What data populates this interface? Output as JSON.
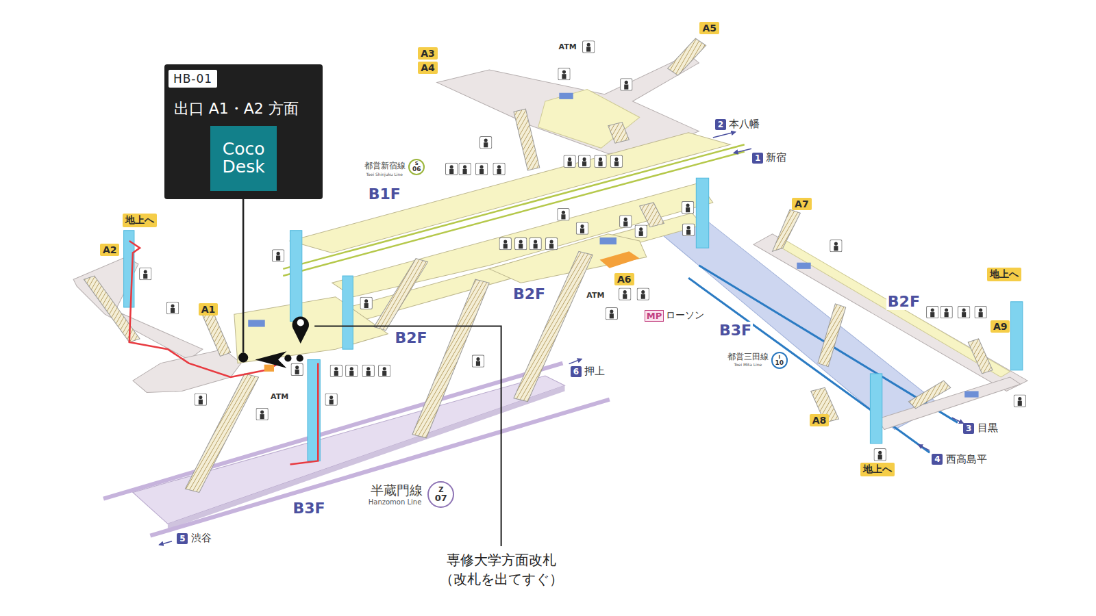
{
  "diagram": {
    "nodes": [
      {
        "text": [
          "出口 A1・A2 方面"
        ]
      },
      {
        "text": [
          "HB-01"
        ],
        "in": 0
      },
      {
        "text": [
          "Coco Desk"
        ],
        "in": 0
      },
      {
        "text": [
          "A5"
        ]
      },
      {
        "text": [
          "A3"
        ]
      },
      {
        "text": [
          "A4"
        ]
      },
      {
        "text": [
          "地上へ"
        ]
      },
      {
        "text": [
          "A2"
        ]
      },
      {
        "text": [
          "A1"
        ]
      },
      {
        "text": [
          "A7"
        ]
      },
      {
        "text": [
          "A6"
        ]
      },
      {
        "text": [
          "地上へ"
        ]
      },
      {
        "text": [
          "A9"
        ]
      },
      {
        "text": [
          "A8"
        ]
      },
      {
        "text": [
          "地上へ"
        ]
      },
      {
        "text": [
          "S",
          "06"
        ]
      },
      {
        "text": [
          "Z",
          "07"
        ]
      },
      {
        "text": [
          "I",
          "10"
        ]
      },
      {
        "text": [
          "2"
        ]
      },
      {
        "text": [
          "1"
        ]
      },
      {
        "text": [
          "6"
        ]
      },
      {
        "text": [
          "5"
        ]
      },
      {
        "text": [
          "3"
        ]
      },
      {
        "text": [
          "4"
        ]
      },
      {
        "text": [
          "MP"
        ]
      }
    ],
    "labels": [
      "B1F",
      "B2F",
      "B2F",
      "B2F",
      "B3F",
      "B3F",
      "都営新宿線",
      "Toei Shinjuku Line",
      "半蔵門線",
      "Hanzomon Line",
      "都営三田線",
      "Toei Mita Line",
      "本八幡",
      "新宿",
      "押上",
      "渋谷",
      "目黒",
      "西高島平",
      "ATM",
      "ATM",
      "ATM",
      "ローソン",
      "専修大学方面改札",
      "（改札を出てすぐ）"
    ]
  }
}
